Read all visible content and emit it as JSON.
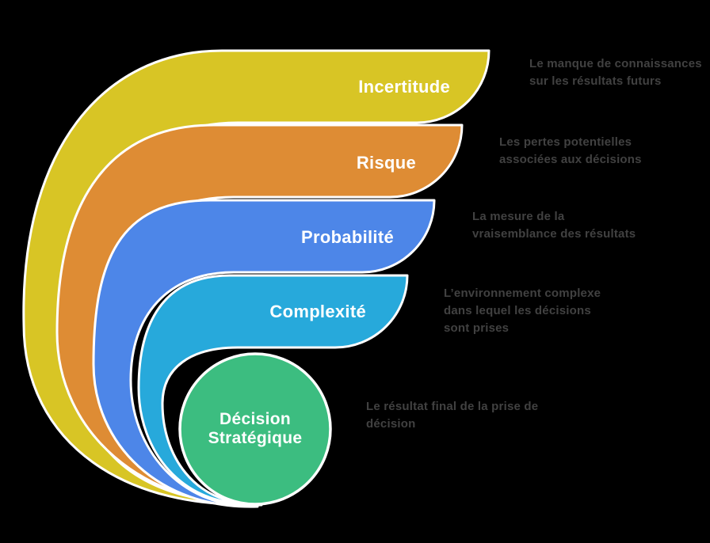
{
  "diagram": {
    "type": "curved-funnel-infographic",
    "background": "#000000",
    "separator_color": "#ffffff",
    "description_text_color": "#414141",
    "label_text_color": "#ffffff"
  },
  "items": [
    {
      "label": "Incertitude",
      "color": "#D8C525",
      "desc_lines": [
        "Le manque de connaissances",
        "sur les résultats futurs"
      ]
    },
    {
      "label": "Risque",
      "color": "#DE8C34",
      "desc_lines": [
        "Les pertes potentielles",
        "associées aux décisions"
      ]
    },
    {
      "label": "Probabilité",
      "color": "#4D86E8",
      "desc_lines": [
        "La mesure de la",
        "vraisemblance des résultats"
      ]
    },
    {
      "label": "Complexité",
      "color": "#27A9DB",
      "desc_lines": [
        "L’environnement complexe",
        "dans lequel les décisions",
        "sont prises"
      ]
    },
    {
      "label": "Décision Stratégique",
      "label_lines": [
        "Décision",
        "Stratégique"
      ],
      "color": "#3CBD80",
      "desc_lines": [
        "Le résultat final de la prise de",
        "décision"
      ]
    }
  ]
}
